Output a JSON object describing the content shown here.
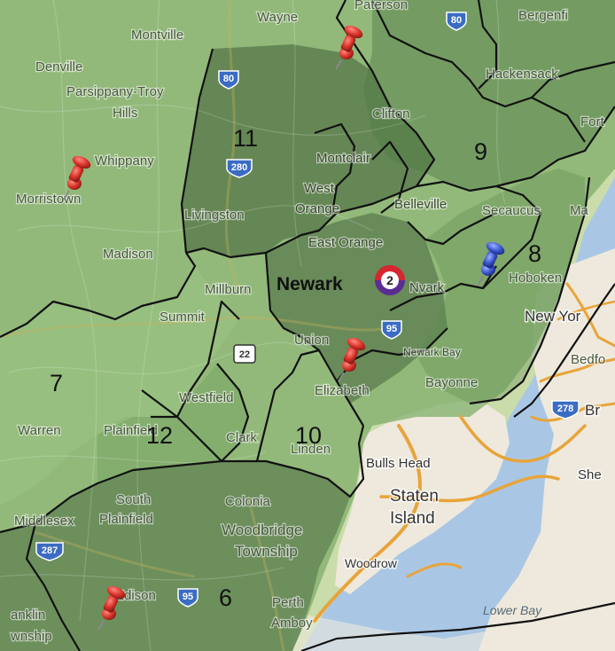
{
  "colors": {
    "land_light": "#c9dcaa",
    "district_light": "#7fae6a",
    "district_mid": "#6a9a58",
    "district_dark": "#3f5e37",
    "water": "#a9c7e5",
    "road": "#e8a43a",
    "border": "#111111",
    "pin_red": "#d9342b",
    "pin_blue": "#3a55d0",
    "marker_red": "#d6262e",
    "marker_purple": "#5b2d91"
  },
  "districts": {
    "d6": "6",
    "d7": "7",
    "d8": "8",
    "d9": "9",
    "d10": "10",
    "d11": "11",
    "d12": "12"
  },
  "places": {
    "wayne": "Wayne",
    "paterson": "Paterson",
    "bergenfield": "Bergenfi",
    "montville": "Montville",
    "denville": "Denville",
    "parsippany": "Parsippany-Troy",
    "hills": "Hills",
    "hackensack": "Hackensack",
    "clifton": "Clifton",
    "fort": "Fort",
    "whippany": "Whippany",
    "montclair": "Montclair",
    "morristown": "Morristown",
    "west": "West",
    "orange": "Orange",
    "belleville": "Belleville",
    "livingston": "Livingston",
    "secaucus": "Secaucus",
    "ma": "Ma",
    "east_orange": "East Orange",
    "madison": "Madison",
    "hoboken": "Hoboken",
    "millburn": "Millburn",
    "newark": "Newark",
    "newark_faint": "Nvark",
    "new_york": "New Yor",
    "summit": "Summit",
    "union": "Union",
    "bedford": "Bedfo",
    "newark_bay": "Newark Bay",
    "elizabeth": "Elizabeth",
    "bayonne": "Bayonne",
    "westfield": "Westfield",
    "br": "Br",
    "warren": "Warren",
    "plainfield": "Plainfield",
    "clark": "Clark",
    "linden": "Linden",
    "bulls_head": "Bulls Head",
    "she": "She",
    "staten": "Staten",
    "island": "Island",
    "south": "South",
    "plainfield2": "Plainfield",
    "colonia": "Colonia",
    "middlesex": "Middlesex",
    "woodbridge": "Woodbridge",
    "township": "Township",
    "woodrow": "Woodrow",
    "edison": "Edison",
    "perth": "Perth",
    "amboy": "Amboy",
    "lower_bay": "Lower Bay",
    "franklin": "anklin",
    "wnship": "wnship"
  },
  "shields": {
    "i80_a": "80",
    "i80_b": "80",
    "i280": "280",
    "i95_a": "95",
    "i95_b": "95",
    "us22": "22",
    "i278": "278",
    "i287": "287"
  },
  "markers": {
    "newark_badge": "2"
  },
  "icons": {
    "pin": "map-pin-icon",
    "badge": "map-marker-icon"
  }
}
